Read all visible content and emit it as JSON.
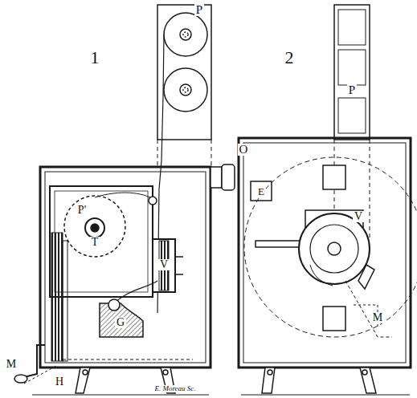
{
  "diagram": {
    "labels": [
      "P",
      "1",
      "2",
      "P",
      "E",
      "O",
      "P'",
      "T",
      "V",
      "V",
      "G",
      "M",
      "M",
      "H",
      "E. Moreau Sc."
    ]
  }
}
